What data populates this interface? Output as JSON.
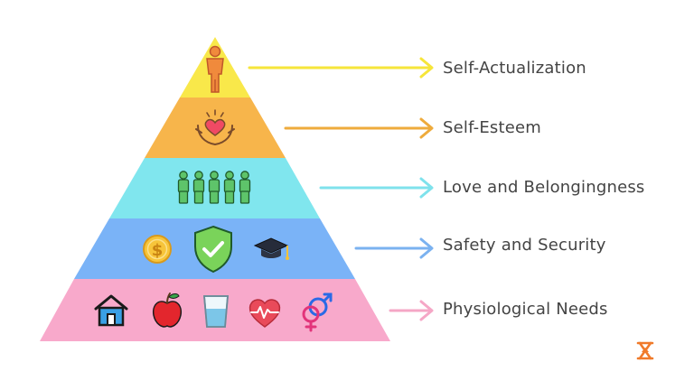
{
  "diagram": {
    "levels": [
      {
        "label": "Self-Actualization",
        "fill": "#f9e84a",
        "arrow": "#f6e53a",
        "icons": [
          "person-icon"
        ]
      },
      {
        "label": "Self-Esteem",
        "fill": "#f7b54b",
        "arrow": "#eeab3c",
        "icons": [
          "heart-in-hands-icon"
        ]
      },
      {
        "label": "Love and Belongingness",
        "fill": "#80e6ee",
        "arrow": "#7fe2ec",
        "icons": [
          "group-of-people-icon"
        ]
      },
      {
        "label": "Safety and Security",
        "fill": "#7ab3f7",
        "arrow": "#7bb2f0",
        "icons": [
          "dollar-coin-icon",
          "shield-check-icon",
          "graduation-cap-icon"
        ]
      },
      {
        "label": "Physiological Needs",
        "fill": "#f8a9cb",
        "arrow": "#f5a7c6",
        "icons": [
          "house-icon",
          "apple-icon",
          "water-glass-icon",
          "heartbeat-icon",
          "gender-symbol-icon"
        ]
      }
    ],
    "icon_glyphs": {
      "dollar": "$"
    }
  },
  "logo": {
    "name": "hourglass-logo-icon",
    "color": "#f07a2a"
  }
}
